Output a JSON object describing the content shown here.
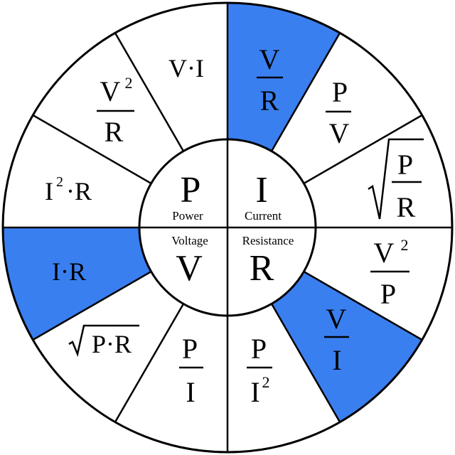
{
  "colors": {
    "highlight": "#3a7ff0",
    "background": "#ffffff",
    "line": "#000000"
  },
  "center": {
    "top_left": {
      "letter": "P",
      "label": "Power"
    },
    "top_right": {
      "letter": "I",
      "label": "Current"
    },
    "bottom_left": {
      "letter": "V",
      "label": "Voltage"
    },
    "bottom_right": {
      "letter": "R",
      "label": "Resistance"
    }
  },
  "segments": [
    {
      "formula": "V/R",
      "num": "V",
      "den": "R",
      "highlight": true
    },
    {
      "formula": "P/V",
      "num": "P",
      "den": "V",
      "highlight": false
    },
    {
      "formula": "√(P/R)",
      "num": "P",
      "den": "R",
      "highlight": false
    },
    {
      "formula": "V²/P",
      "num": "V",
      "sup": "2",
      "den": "P",
      "highlight": false
    },
    {
      "formula": "V/I",
      "num": "V",
      "den": "I",
      "highlight": true
    },
    {
      "formula": "P/I²",
      "num": "P",
      "den": "I",
      "den_sup": "2",
      "highlight": false
    },
    {
      "formula": "P/I",
      "num": "P",
      "den": "I",
      "highlight": false
    },
    {
      "formula": "√(P·R)",
      "text": "P·R",
      "highlight": false
    },
    {
      "formula": "I·R",
      "text": "I·R",
      "highlight": true
    },
    {
      "formula": "I²·R",
      "base": "I",
      "sup": "2",
      "rest": "·R",
      "highlight": false
    },
    {
      "formula": "V²/R",
      "num": "V",
      "sup": "2",
      "den": "R",
      "highlight": false
    },
    {
      "formula": "V·I",
      "text": "V·I",
      "highlight": false
    }
  ]
}
